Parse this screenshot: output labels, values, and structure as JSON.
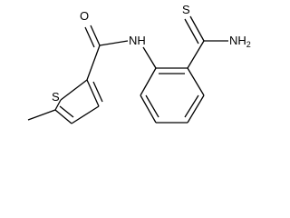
{
  "molecule": {
    "atoms": {
      "oxygen": "O",
      "amide_nh": "NH",
      "thiophene_sulfur": "S",
      "thioamide_sulfur": "S",
      "amine": "NH",
      "amine_subscript": "2"
    }
  }
}
